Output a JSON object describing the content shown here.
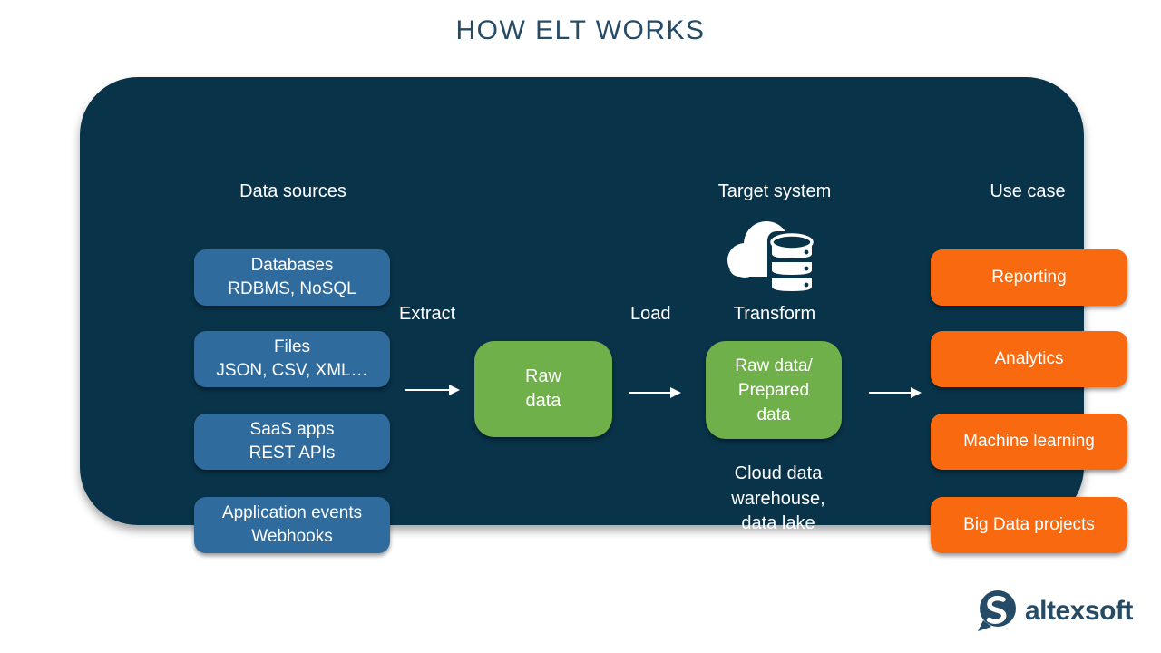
{
  "title": "HOW ELT WORKS",
  "colors": {
    "panel_navy": "#093349",
    "box_blue": "#2f6b9c",
    "box_green": "#6fb04a",
    "box_orange": "#f9690f",
    "brand_navy": "#254b66",
    "text_white": "#ffffff"
  },
  "data_sources": {
    "header": "Data sources",
    "boxes": [
      {
        "line1": "Databases",
        "line2": "RDBMS, NoSQL"
      },
      {
        "line1": "Files",
        "line2": "JSON, CSV, XML…"
      },
      {
        "line1": "SaaS apps",
        "line2": "REST APIs"
      },
      {
        "line1": "Application events",
        "line2": "Webhooks"
      }
    ]
  },
  "flow": {
    "extract_label": "Extract",
    "load_label": "Load",
    "transform_label": "Transform",
    "raw_data_box": {
      "line1": "Raw",
      "line2": "data"
    },
    "prepared_data_box": {
      "line1": "Raw data/",
      "line2": "Prepared",
      "line3": "data"
    }
  },
  "target_system": {
    "header": "Target system",
    "icon": "cloud-database-icon",
    "caption_lines": [
      "Cloud data",
      "warehouse,",
      "data lake"
    ]
  },
  "use_case": {
    "header": "Use case",
    "boxes": [
      "Reporting",
      "Analytics",
      "Machine learning",
      "Big Data projects"
    ]
  },
  "footer": {
    "logo_text": "altexsoft"
  }
}
